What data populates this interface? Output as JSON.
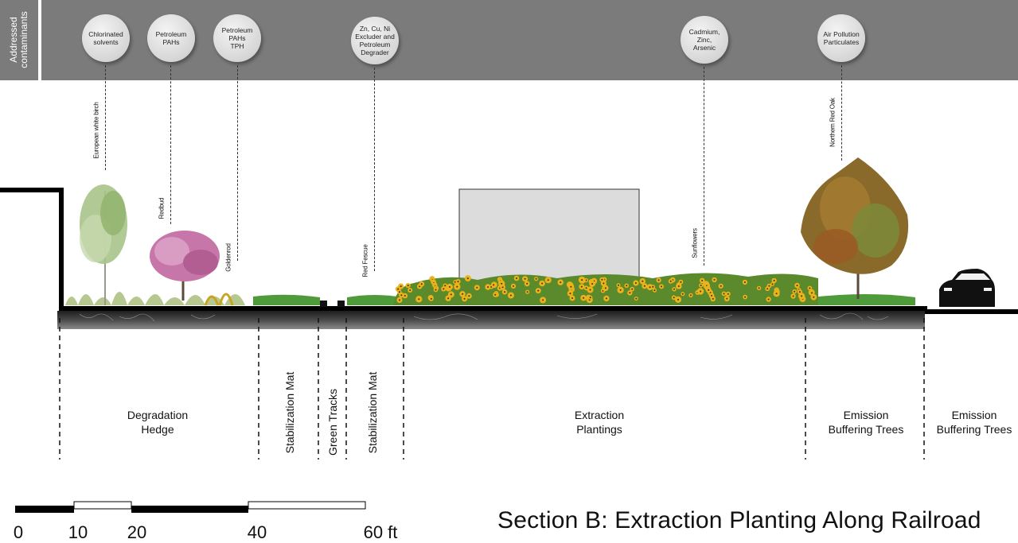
{
  "header": {
    "addressed_label": "Addressed\ncontaminants",
    "contaminants": [
      {
        "id": "chlorinated",
        "label": "Chlorinated\nsolvents"
      },
      {
        "id": "petroleum-pahs",
        "label": "Petroleum\nPAHs"
      },
      {
        "id": "petroleum-pahs-tph",
        "label": "Petroleum\nPAHs\nTPH"
      },
      {
        "id": "zn-cu-ni",
        "label": "Zn, Cu, Ni\nExcluder and\nPetroleum\nDegrader"
      },
      {
        "id": "cadmium",
        "label": "Cadmium,\nZinc,\nArsenic"
      },
      {
        "id": "air-pollution",
        "label": "Air Pollution\nParticulates"
      }
    ]
  },
  "plants": [
    {
      "id": "birch",
      "label": "European white birch"
    },
    {
      "id": "redbud",
      "label": "Redbud"
    },
    {
      "id": "goldenrod",
      "label": "Goldenrod"
    },
    {
      "id": "fescue",
      "label": "Red Fescue"
    },
    {
      "id": "sunflowers",
      "label": "Sunflowers"
    },
    {
      "id": "oak",
      "label": "Northern Red Oak"
    }
  ],
  "zones": [
    {
      "id": "degradation",
      "label": "Degradation\nHedge"
    },
    {
      "id": "stab1",
      "label": "Stabilization Mat"
    },
    {
      "id": "green-tracks",
      "label": "Green Tracks"
    },
    {
      "id": "stab2",
      "label": "Stabilization Mat"
    },
    {
      "id": "extraction",
      "label": "Extraction\nPlantings"
    },
    {
      "id": "emission1",
      "label": "Emission\nBuffering Trees"
    },
    {
      "id": "emission2",
      "label": "Emission\nBuffering Trees"
    }
  ],
  "scale": {
    "ticks": [
      "0",
      "10",
      "20",
      "40",
      "60 ft"
    ]
  },
  "caption": "Section B: Extraction Planting Along Railroad",
  "colors": {
    "band": "#7b7b7b",
    "grass": "#4f9a3a",
    "sunflower": "#e8b31b",
    "soil": "#2a2a2a",
    "building": "#dcdcdc"
  }
}
